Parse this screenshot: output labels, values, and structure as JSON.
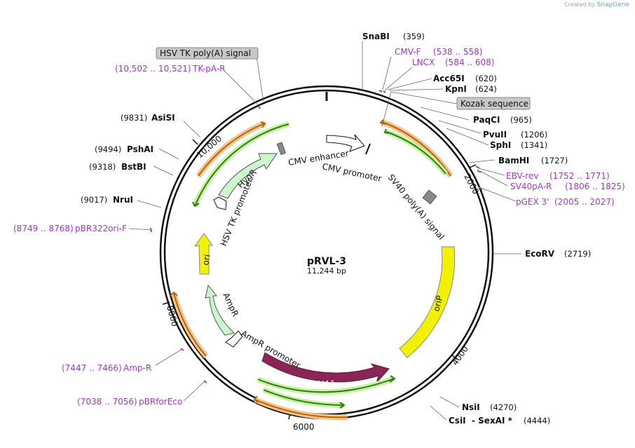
{
  "credit": {
    "prefix": "Created by",
    "brand": "SnapGene"
  },
  "plasmid": {
    "name": "pRVL-3",
    "size_label": "11,244 bp"
  },
  "ticks": [
    "2000",
    "4000",
    "6000",
    "8000",
    "10,000"
  ],
  "sites": {
    "snabi": {
      "name": "SnaBI",
      "pos": "(359)"
    },
    "acc65i": {
      "name": "Acc65I",
      "pos": "(620)"
    },
    "kpni": {
      "name": "KpnI",
      "pos": "(624)"
    },
    "paqci": {
      "name": "PaqCI",
      "pos": "(965)"
    },
    "pvuii": {
      "name": "PvuII",
      "pos": "(1206)"
    },
    "sphi": {
      "name": "SphI",
      "pos": "(1341)"
    },
    "bamhi": {
      "name": "BamHI",
      "pos": "(1727)"
    },
    "ecorv": {
      "name": "EcoRV",
      "pos": "(2719)"
    },
    "nsii": {
      "name": "NsiI",
      "pos": "(4270)"
    },
    "csii": {
      "name": "CsiI",
      "pos": "(4444)",
      "extra": "-  SexAI *"
    },
    "nrui": {
      "name": "NruI",
      "pos": "(9017)"
    },
    "bstbi": {
      "name": "BstBI",
      "pos": "(9318)"
    },
    "pshai": {
      "name": "PshAI",
      "pos": "(9494)"
    },
    "asisi": {
      "name": "AsiSI",
      "pos": "(9831)"
    }
  },
  "primers": {
    "cmvf": {
      "name": "CMV-F",
      "range": "(538 .. 558)"
    },
    "lncx": {
      "name": "LNCX",
      "range": "(584 .. 608)"
    },
    "ebvrev": {
      "name": "EBV-rev",
      "range": "(1752 .. 1771)"
    },
    "sv40par": {
      "name": "SV40pA-R",
      "range": "(1806 .. 1825)"
    },
    "pgex3": {
      "name": "pGEX 3'",
      "range": "(2005 .. 2027)"
    },
    "tkpar": {
      "name": "TK-pA-R",
      "range": "(10,502 .. 10,521)"
    },
    "pbr322f": {
      "name": "pBR322ori-F",
      "range": "(8749 .. 8768)"
    },
    "ampr": {
      "name": "Amp-R",
      "range": "(7447 .. 7466)"
    },
    "pbrforeco": {
      "name": "pBRforEco",
      "range": "(7038 .. 7056)"
    }
  },
  "boxes": {
    "hsv_polya": "HSV TK poly(A) signal",
    "kozak": "Kozak sequence"
  },
  "features": {
    "cmv_enhancer": "CMV enhancer",
    "cmv_promoter": "CMV promoter",
    "sv40_polya": "SV40 poly(A) signal",
    "orip": "oriP",
    "ebna1": "EBNA1",
    "ampr_promoter": "AmpR promoter",
    "ampr": "AmpR",
    "ori": "ori",
    "hsv_tk_promoter": "HSV TK promoter",
    "hygr": "HygR"
  },
  "colors": {
    "primer": "#a534c9",
    "ebna1": "#8b2558",
    "orip": "#f2f200",
    "ori": "#f2f200",
    "resistance": "#ccf7cc",
    "primer_arrow_orange": "#b8650d",
    "primer_arrow_green": "#2d7d18",
    "box_fill": "#c8c8c8"
  }
}
